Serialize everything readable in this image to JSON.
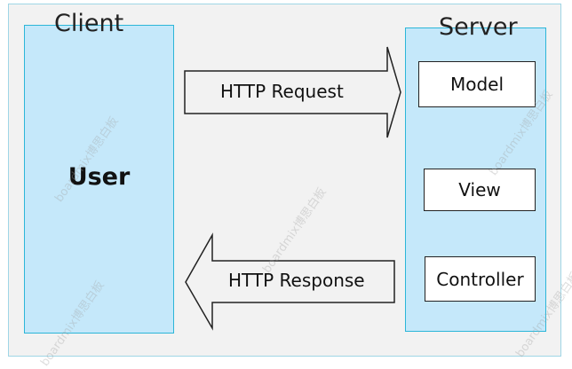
{
  "client": {
    "title": "Client",
    "user_label": "User"
  },
  "server": {
    "title": "Server",
    "components": [
      "Model",
      "View",
      "Controller"
    ]
  },
  "arrows": {
    "request_label": "HTTP Request",
    "response_label": "HTTP Response"
  },
  "watermark": "boardmix博思白板",
  "colors": {
    "panel_fill": "#c5e8fa",
    "panel_border": "#2cb6d8",
    "arrow_fill": "#f2f2f2",
    "background": "#f2f2f2"
  }
}
